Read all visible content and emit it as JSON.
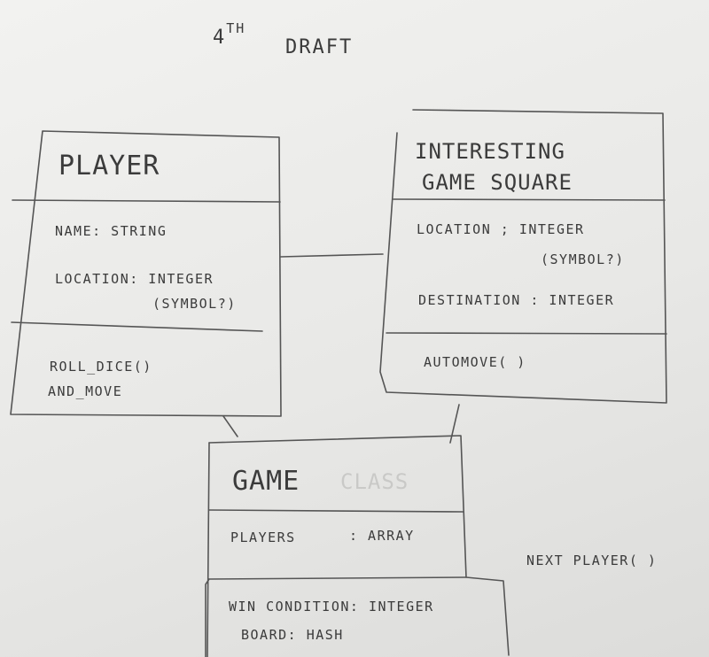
{
  "heading": {
    "number": "4",
    "suffix": "TH",
    "word": "DRAFT"
  },
  "player": {
    "name": "PLAYER",
    "attributes": [
      "NAME: STRING",
      "LOCATION: INTEGER",
      "(SYMBOL?)"
    ],
    "methods": [
      "ROLL_DICE()",
      "AND_MOVE"
    ]
  },
  "square": {
    "name_line1": "INTERESTING",
    "name_line2": "GAME SQUARE",
    "attributes": [
      "LOCATION ; INTEGER",
      "(SYMBOL?)",
      "DESTINATION : INTEGER"
    ],
    "methods": [
      "AUTOMOVE( )"
    ]
  },
  "game": {
    "name": "GAME",
    "erased_word": "CLASS",
    "attributes": [
      "PLAYERS",
      ": ARRAY"
    ],
    "methods": [
      "WIN CONDITION: INTEGER",
      "BOARD: HASH"
    ],
    "side_note": "NEXT PLAYER( )"
  }
}
